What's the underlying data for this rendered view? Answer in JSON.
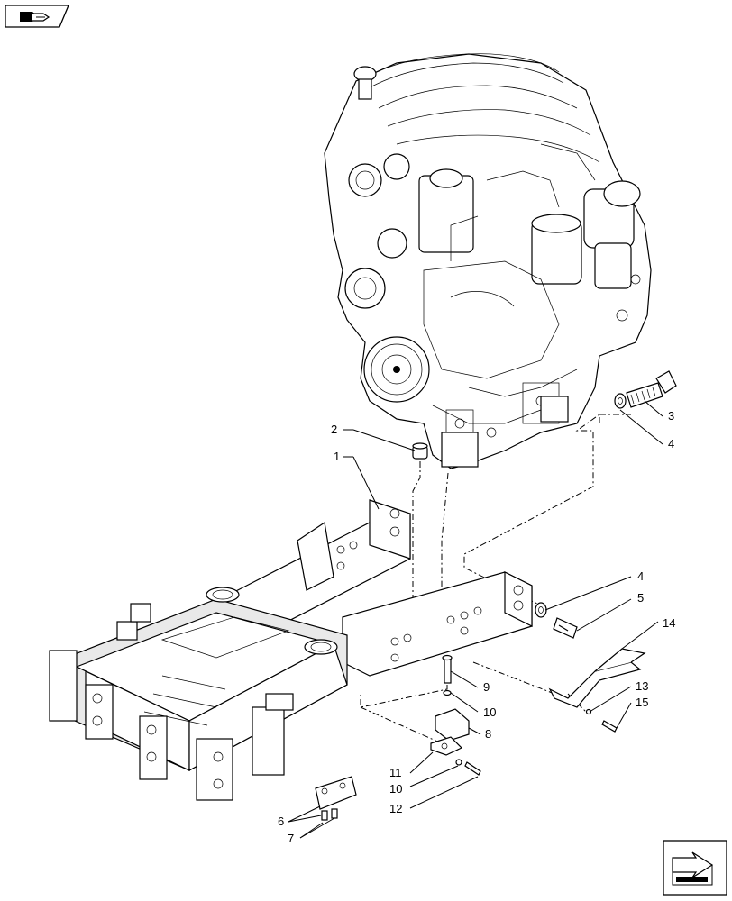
{
  "icons": {
    "top_left": "book-arrow-icon",
    "bottom_right": "next-page-arrow-icon"
  },
  "callouts": [
    {
      "id": "c1",
      "text": "1"
    },
    {
      "id": "c2",
      "text": "2"
    },
    {
      "id": "c3",
      "text": "3"
    },
    {
      "id": "c4a",
      "text": "4"
    },
    {
      "id": "c4b",
      "text": "4"
    },
    {
      "id": "c5",
      "text": "5"
    },
    {
      "id": "c14",
      "text": "14"
    },
    {
      "id": "c9",
      "text": "9"
    },
    {
      "id": "c10a",
      "text": "10"
    },
    {
      "id": "c8",
      "text": "8"
    },
    {
      "id": "c13",
      "text": "13"
    },
    {
      "id": "c15",
      "text": "15"
    },
    {
      "id": "c11",
      "text": "11"
    },
    {
      "id": "c10b",
      "text": "10"
    },
    {
      "id": "c12",
      "text": "12"
    },
    {
      "id": "c6",
      "text": "6"
    },
    {
      "id": "c7",
      "text": "7"
    }
  ]
}
